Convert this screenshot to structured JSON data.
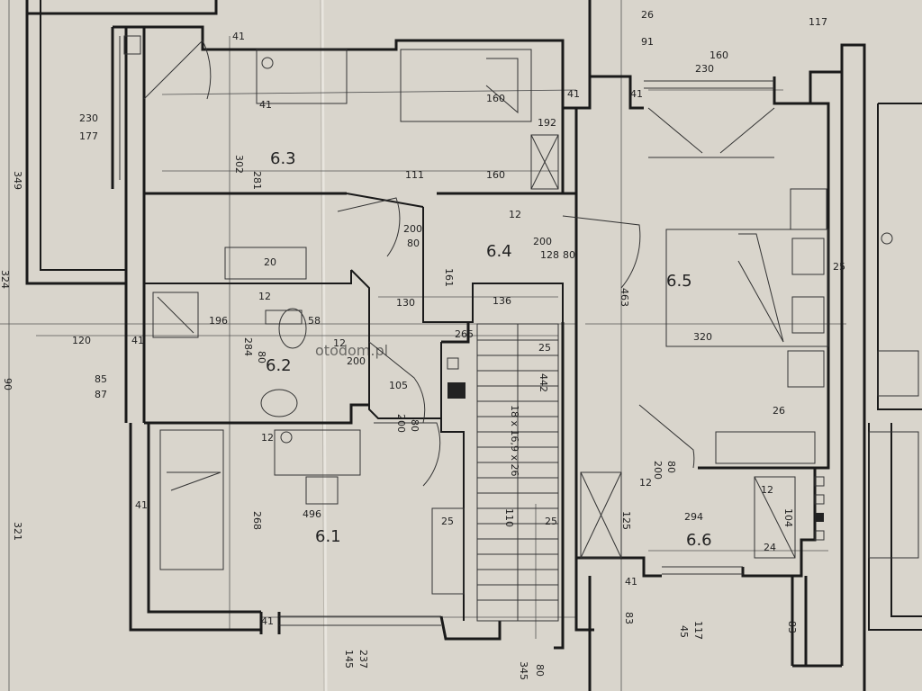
{
  "rooms": [
    {
      "id": "6.3",
      "label": "6.3"
    },
    {
      "id": "6.4",
      "label": "6.4"
    },
    {
      "id": "6.5",
      "label": "6.5"
    },
    {
      "id": "6.2",
      "label": "6.2"
    },
    {
      "id": "6.1",
      "label": "6.1"
    },
    {
      "id": "6.6",
      "label": "6.6"
    }
  ],
  "stairs_label": "18 x 16,9 x 26",
  "watermark": "otodom.pl",
  "dimensions": {
    "d41a": "41",
    "d26": "26",
    "d91": "91",
    "d117a": "117",
    "d160a": "160",
    "d230a": "230",
    "d41b": "41",
    "d41c": "41",
    "d177": "177",
    "d230b": "230",
    "d349": "349",
    "d302": "302",
    "d281": "281",
    "d111": "111",
    "d160b": "160",
    "d192": "192",
    "d160c": "160",
    "d41d": "41",
    "d12a": "12",
    "d200a": "200",
    "d80a": "80",
    "d128": "128",
    "d200b": "200",
    "d80b": "80",
    "d161": "161",
    "d463": "463",
    "d320": "320",
    "d25a": "25",
    "d130": "130",
    "d136": "136",
    "d20": "20",
    "d12b": "12",
    "d58": "58",
    "d196": "196",
    "d284": "284",
    "d80c": "80",
    "d120": "120",
    "d41e": "41",
    "d85": "85",
    "d87": "87",
    "d90": "90",
    "d265": "265",
    "d25b": "25",
    "d442": "442",
    "d12c": "12",
    "d200c": "200",
    "d105": "105",
    "d200d": "200",
    "d80d": "80",
    "d12d": "12",
    "d26b": "26",
    "d41f": "41",
    "d268": "268",
    "d496": "496",
    "d321": "321",
    "d110": "110",
    "d25c": "25",
    "d25d": "25",
    "d125": "125",
    "d200e": "200",
    "d80e": "80",
    "d12e": "12",
    "d294": "294",
    "d104": "104",
    "d24": "24",
    "d12f": "12",
    "d41g": "41",
    "d41h": "41",
    "d237": "237",
    "d145": "145",
    "d345": "345",
    "d80f": "80",
    "d83a": "83",
    "d117b": "117",
    "d45": "45",
    "d83b": "83",
    "d324": "324"
  }
}
